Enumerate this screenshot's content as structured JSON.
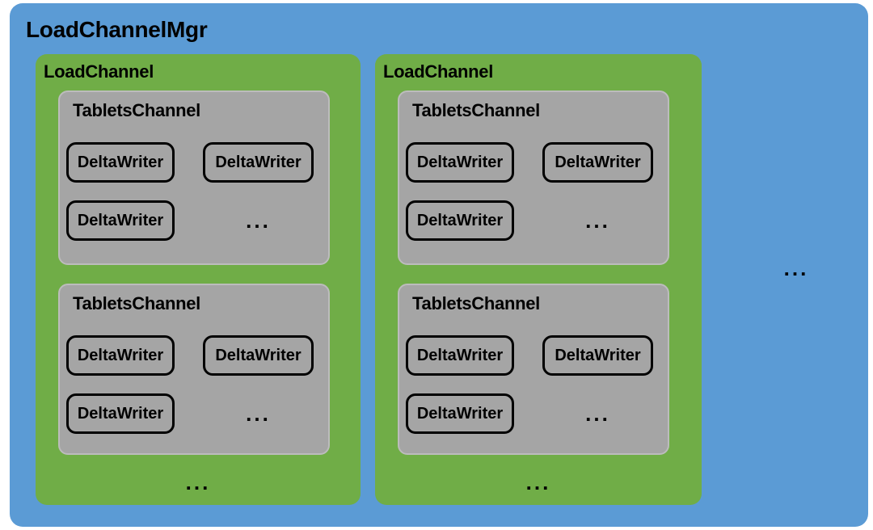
{
  "colors": {
    "outer_blue": "#5B9BD5",
    "channel_green": "#70AD47",
    "tablets_gray": "#A5A5A5",
    "writer_border": "#000000",
    "text": "#000000"
  },
  "diagram": {
    "title": "LoadChannelMgr",
    "more_load_channels": "...",
    "channels": [
      {
        "label": "LoadChannel",
        "more_tablets_channels": "...",
        "tablets": [
          {
            "label": "TabletsChannel",
            "writers": [
              "DeltaWriter",
              "DeltaWriter",
              "DeltaWriter"
            ],
            "more_writers": "..."
          },
          {
            "label": "TabletsChannel",
            "writers": [
              "DeltaWriter",
              "DeltaWriter",
              "DeltaWriter"
            ],
            "more_writers": "..."
          }
        ]
      },
      {
        "label": "LoadChannel",
        "more_tablets_channels": "...",
        "tablets": [
          {
            "label": "TabletsChannel",
            "writers": [
              "DeltaWriter",
              "DeltaWriter",
              "DeltaWriter"
            ],
            "more_writers": "..."
          },
          {
            "label": "TabletsChannel",
            "writers": [
              "DeltaWriter",
              "DeltaWriter",
              "DeltaWriter"
            ],
            "more_writers": "..."
          }
        ]
      }
    ]
  }
}
